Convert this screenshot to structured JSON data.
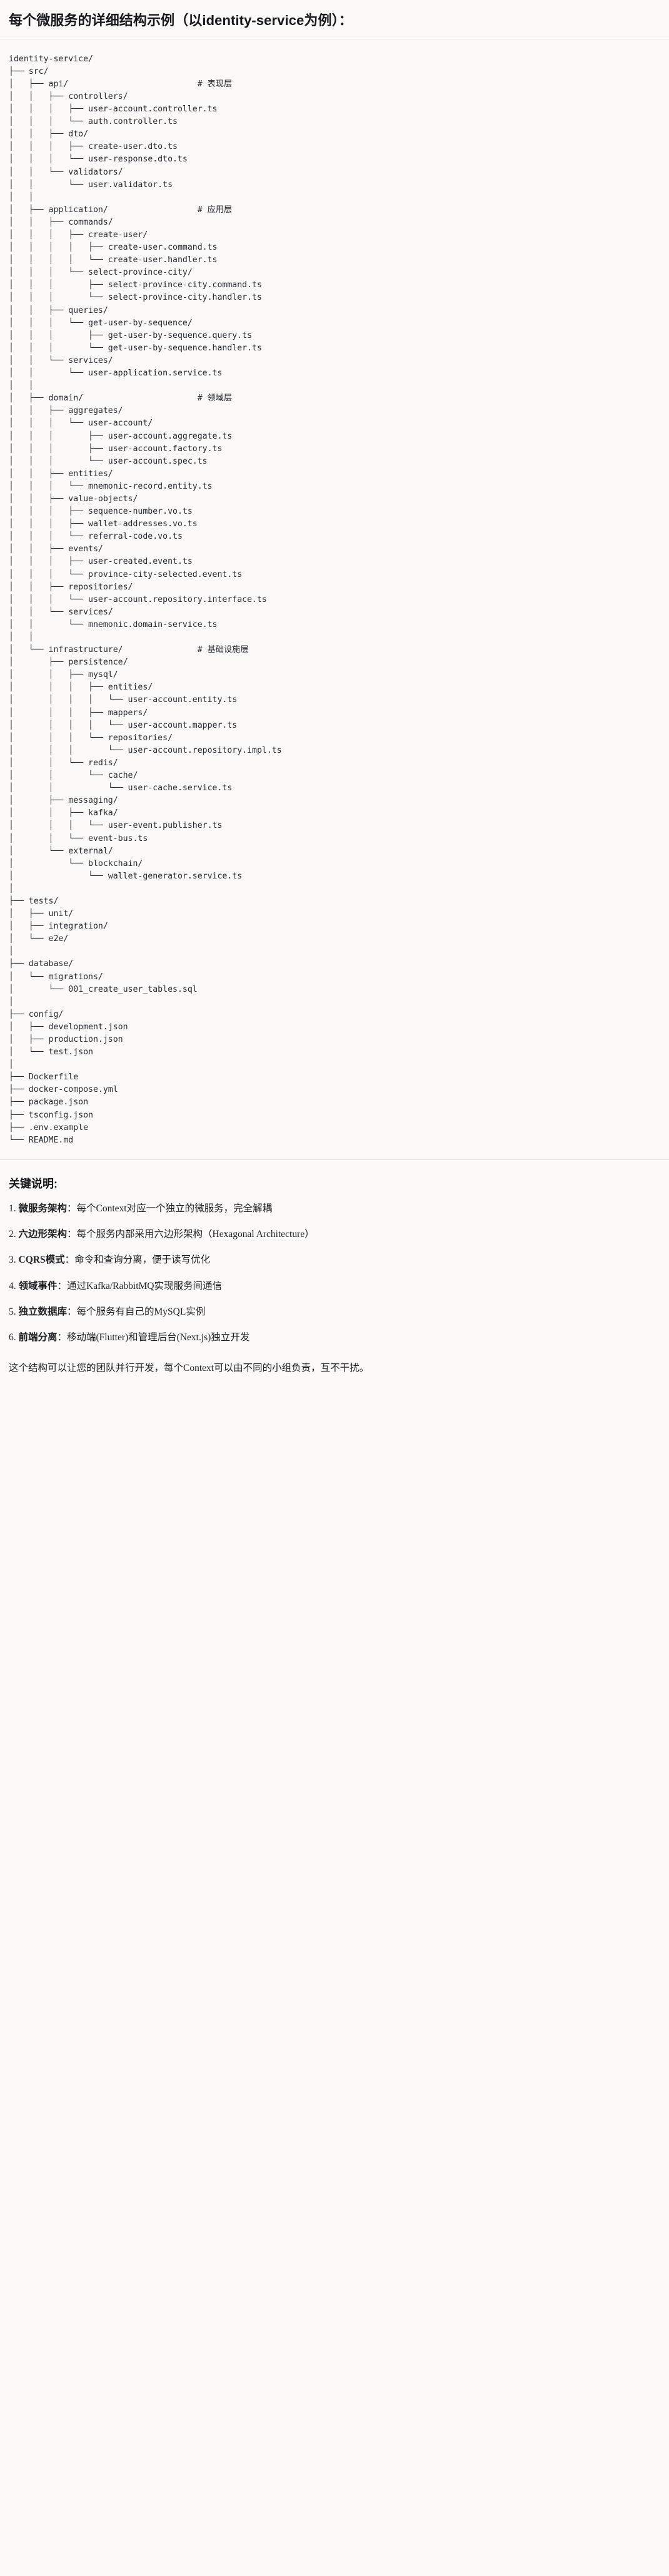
{
  "document": {
    "title": "每个微服务的详细结构示例（以identity-service为例）：",
    "code_block": {
      "language": "text",
      "root": "identity-service/",
      "lines": [
        "identity-service/",
        "├── src/",
        "│   ├── api/                          # 表现层",
        "│   │   ├── controllers/",
        "│   │   │   ├── user-account.controller.ts",
        "│   │   │   └── auth.controller.ts",
        "│   │   ├── dto/",
        "│   │   │   ├── create-user.dto.ts",
        "│   │   │   └── user-response.dto.ts",
        "│   │   └── validators/",
        "│   │       └── user.validator.ts",
        "│   │",
        "│   ├── application/                  # 应用层",
        "│   │   ├── commands/",
        "│   │   │   ├── create-user/",
        "│   │   │   │   ├── create-user.command.ts",
        "│   │   │   │   └── create-user.handler.ts",
        "│   │   │   └── select-province-city/",
        "│   │   │       ├── select-province-city.command.ts",
        "│   │   │       └── select-province-city.handler.ts",
        "│   │   ├── queries/",
        "│   │   │   └── get-user-by-sequence/",
        "│   │   │       ├── get-user-by-sequence.query.ts",
        "│   │   │       └── get-user-by-sequence.handler.ts",
        "│   │   └── services/",
        "│   │       └── user-application.service.ts",
        "│   │",
        "│   ├── domain/                       # 领域层",
        "│   │   ├── aggregates/",
        "│   │   │   └── user-account/",
        "│   │   │       ├── user-account.aggregate.ts",
        "│   │   │       ├── user-account.factory.ts",
        "│   │   │       └── user-account.spec.ts",
        "│   │   ├── entities/",
        "│   │   │   └── mnemonic-record.entity.ts",
        "│   │   ├── value-objects/",
        "│   │   │   ├── sequence-number.vo.ts",
        "│   │   │   ├── wallet-addresses.vo.ts",
        "│   │   │   └── referral-code.vo.ts",
        "│   │   ├── events/",
        "│   │   │   ├── user-created.event.ts",
        "│   │   │   └── province-city-selected.event.ts",
        "│   │   ├── repositories/",
        "│   │   │   └── user-account.repository.interface.ts",
        "│   │   └── services/",
        "│   │       └── mnemonic.domain-service.ts",
        "│   │",
        "│   └── infrastructure/               # 基础设施层",
        "│       ├── persistence/",
        "│       │   ├── mysql/",
        "│       │   │   ├── entities/",
        "│       │   │   │   └── user-account.entity.ts",
        "│       │   │   ├── mappers/",
        "│       │   │   │   └── user-account.mapper.ts",
        "│       │   │   └── repositories/",
        "│       │   │       └── user-account.repository.impl.ts",
        "│       │   └── redis/",
        "│       │       └── cache/",
        "│       │           └── user-cache.service.ts",
        "│       ├── messaging/",
        "│       │   ├── kafka/",
        "│       │   │   └── user-event.publisher.ts",
        "│       │   └── event-bus.ts",
        "│       └── external/",
        "│           └── blockchain/",
        "│               └── wallet-generator.service.ts",
        "│",
        "├── tests/",
        "│   ├── unit/",
        "│   ├── integration/",
        "│   └── e2e/",
        "│",
        "├── database/",
        "│   └── migrations/",
        "│       └── 001_create_user_tables.sql",
        "│",
        "├── config/",
        "│   ├── development.json",
        "│   ├── production.json",
        "│   └── test.json",
        "│",
        "├── Dockerfile",
        "├── docker-compose.yml",
        "├── package.json",
        "├── tsconfig.json",
        "├── .env.example",
        "└── README.md"
      ],
      "layer_comments": [
        {
          "path": "api/",
          "comment": "# 表现层"
        },
        {
          "path": "application/",
          "comment": "# 应用层"
        },
        {
          "path": "domain/",
          "comment": "# 领域层"
        },
        {
          "path": "infrastructure/",
          "comment": "# 基础设施层"
        }
      ]
    },
    "notes": {
      "heading": "关键说明:",
      "items": [
        {
          "bold": "微服务架构",
          "text": "：每个Context对应一个独立的微服务，完全解耦"
        },
        {
          "bold": "六边形架构",
          "text": "：每个服务内部采用六边形架构（Hexagonal Architecture）"
        },
        {
          "bold": "CQRS模式",
          "text": "：命令和查询分离，便于读写优化"
        },
        {
          "bold": "领域事件",
          "text": "：通过Kafka/RabbitMQ实现服务间通信"
        },
        {
          "bold": "独立数据库",
          "text": "：每个服务有自己的MySQL实例"
        },
        {
          "bold": "前端分离",
          "text": "：移动端(Flutter)和管理后台(Next.js)独立开发"
        }
      ],
      "closing": "这个结构可以让您的团队并行开发，每个Context可以由不同的小组负责，互不干扰。"
    }
  }
}
